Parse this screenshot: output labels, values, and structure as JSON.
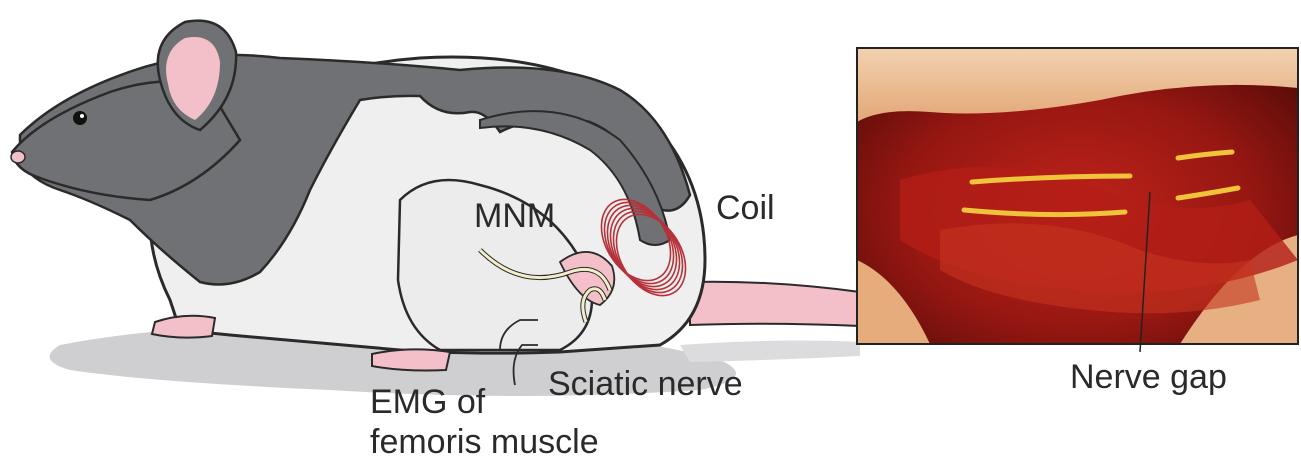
{
  "labels": {
    "coil": "Coil",
    "mnm": "MNM",
    "sciatic": "Sciatic nerve",
    "emg": "EMG of\nfemoris muscle",
    "nerve_gap": "Nerve gap"
  },
  "colors": {
    "fur_dark": "#707174",
    "fur_light": "#efefef",
    "skin_pink": "#f3c0c9",
    "shadow": "#cfcfd1",
    "coil": "#b5323a",
    "nerve_overlay": "#f0c43a",
    "tissue": "#a01812"
  }
}
